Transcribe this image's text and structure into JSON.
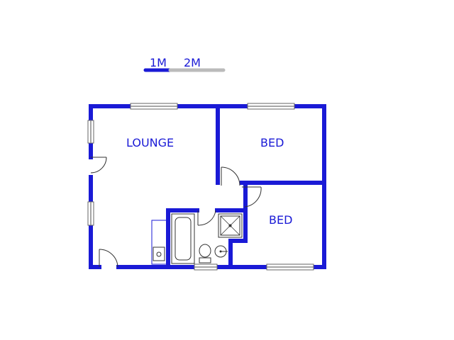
{
  "scale": {
    "label_1": "1M",
    "label_2": "2M"
  },
  "rooms": {
    "lounge": "LOUNGE",
    "bed_1": "BED",
    "bed_2": "BED"
  },
  "colors": {
    "wall": "#1a1ad6",
    "fixture": "#333333",
    "window": "#888888",
    "scale_bar_grey": "#bbbbbb"
  }
}
